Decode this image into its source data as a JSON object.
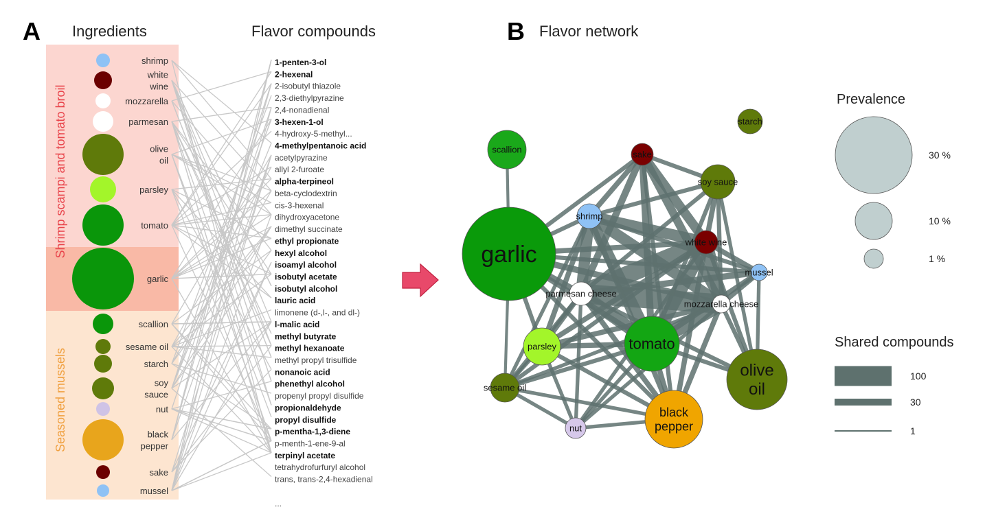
{
  "panel_a": {
    "letter": "A",
    "ingredients_title": "Ingredients",
    "compounds_title": "Flavor compounds",
    "recipe_groups": [
      {
        "label": "Shrimp scampi and tomato broil",
        "color": "#e8434a",
        "bg": "#fcd6d0"
      },
      {
        "label": "Seasoned mussels",
        "color": "#f0a040",
        "bg": "#fde5d0"
      }
    ],
    "shared_bg": "#f9b9a6",
    "ingredients": [
      {
        "lines": [
          "shrimp"
        ],
        "color": "#8fc2f5"
      },
      {
        "lines": [
          "white",
          "wine"
        ],
        "color": "#6b0000"
      },
      {
        "lines": [
          "mozzarella"
        ],
        "color": "#ffffff"
      },
      {
        "lines": [
          "parmesan"
        ],
        "color": "#ffffff"
      },
      {
        "lines": [
          "olive",
          "oil"
        ],
        "color": "#5f7a0a"
      },
      {
        "lines": [
          "parsley"
        ],
        "color": "#a3f52a"
      },
      {
        "lines": [
          "tomato"
        ],
        "color": "#0a960a"
      },
      {
        "lines": [
          "garlic"
        ],
        "color": "#0a960a"
      },
      {
        "lines": [
          "scallion"
        ],
        "color": "#0a960a"
      },
      {
        "lines": [
          "sesame oil"
        ],
        "color": "#5f7a0a"
      },
      {
        "lines": [
          "starch"
        ],
        "color": "#5f7a0a"
      },
      {
        "lines": [
          "soy",
          "sauce"
        ],
        "color": "#5f7a0a"
      },
      {
        "lines": [
          "nut"
        ],
        "color": "#cfc3e6"
      },
      {
        "lines": [
          "black",
          "pepper"
        ],
        "color": "#e8a51c"
      },
      {
        "lines": [
          "sake"
        ],
        "color": "#6b0000"
      },
      {
        "lines": [
          "mussel"
        ],
        "color": "#8fc2f5"
      }
    ],
    "compounds": [
      {
        "name": "1-penten-3-ol",
        "bold": true
      },
      {
        "name": "2-hexenal",
        "bold": true
      },
      {
        "name": "2-isobutyl thiazole",
        "bold": false
      },
      {
        "name": "2,3-diethylpyrazine",
        "bold": false
      },
      {
        "name": "2,4-nonadienal",
        "bold": false
      },
      {
        "name": "3-hexen-1-ol",
        "bold": true
      },
      {
        "name": "4-hydroxy-5-methyl...",
        "bold": false
      },
      {
        "name": "4-methylpentanoic acid",
        "bold": true
      },
      {
        "name": "acetylpyrazine",
        "bold": false
      },
      {
        "name": "allyl 2-furoate",
        "bold": false
      },
      {
        "name": "alpha-terpineol",
        "bold": true
      },
      {
        "name": "beta-cyclodextrin",
        "bold": false
      },
      {
        "name": "cis-3-hexenal",
        "bold": false
      },
      {
        "name": "dihydroxyacetone",
        "bold": false
      },
      {
        "name": "dimethyl succinate",
        "bold": false
      },
      {
        "name": "ethyl propionate",
        "bold": true
      },
      {
        "name": "hexyl alcohol",
        "bold": true
      },
      {
        "name": "isoamyl alcohol",
        "bold": true
      },
      {
        "name": "isobutyl acetate",
        "bold": true
      },
      {
        "name": "isobutyl alcohol",
        "bold": true
      },
      {
        "name": "lauric acid",
        "bold": true
      },
      {
        "name": "limonene (d-,l-, and dl-)",
        "bold": false
      },
      {
        "name": "l-malic acid",
        "bold": true
      },
      {
        "name": "methyl butyrate",
        "bold": true
      },
      {
        "name": "methyl hexanoate",
        "bold": true
      },
      {
        "name": "methyl propyl trisulfide",
        "bold": false
      },
      {
        "name": "nonanoic acid",
        "bold": true
      },
      {
        "name": "phenethyl alcohol",
        "bold": true
      },
      {
        "name": "propenyl propyl disulfide",
        "bold": false
      },
      {
        "name": "propionaldehyde",
        "bold": true
      },
      {
        "name": "propyl disulfide",
        "bold": true
      },
      {
        "name": "p-mentha-1,3-diene",
        "bold": true
      },
      {
        "name": "p-menth-1-ene-9-al",
        "bold": false
      },
      {
        "name": "terpinyl acetate",
        "bold": true
      },
      {
        "name": "tetrahydrofurfuryl alcohol",
        "bold": false
      },
      {
        "name": "trans, trans-2,4-hexadienal",
        "bold": false
      }
    ],
    "compounds_more": "...",
    "arrow_color": "#e8496a"
  },
  "panel_b": {
    "letter": "B",
    "title": "Flavor network",
    "edge_color": "#5e716e",
    "nodes": [
      {
        "id": "scallion",
        "lines": [
          "scallion"
        ],
        "color": "#1aa81a"
      },
      {
        "id": "garlic",
        "lines": [
          "garlic"
        ],
        "color": "#0a9a0a"
      },
      {
        "id": "sake",
        "lines": [
          "sake"
        ],
        "color": "#7a0000"
      },
      {
        "id": "soy",
        "lines": [
          "soy sauce"
        ],
        "color": "#5f7a0a"
      },
      {
        "id": "starch",
        "lines": [
          "starch"
        ],
        "color": "#5f7a0a"
      },
      {
        "id": "shrimp",
        "lines": [
          "shrimp"
        ],
        "color": "#8fc2f5"
      },
      {
        "id": "wine",
        "lines": [
          "white wine"
        ],
        "color": "#7a0000"
      },
      {
        "id": "mussel",
        "lines": [
          "mussel"
        ],
        "color": "#8fc2f5"
      },
      {
        "id": "parmesan",
        "lines": [
          "parmesan cheese"
        ],
        "color": "#ffffff"
      },
      {
        "id": "mozz",
        "lines": [
          "mozzarella cheese"
        ],
        "color": "#ffffff"
      },
      {
        "id": "tomato",
        "lines": [
          "tomato"
        ],
        "color": "#13a613"
      },
      {
        "id": "parsley",
        "lines": [
          "parsley"
        ],
        "color": "#a3f52a"
      },
      {
        "id": "sesame",
        "lines": [
          "sesame oil"
        ],
        "color": "#5f7a0a"
      },
      {
        "id": "nut",
        "lines": [
          "nut"
        ],
        "color": "#d6c8ea"
      },
      {
        "id": "pepper",
        "lines": [
          "black",
          "pepper"
        ],
        "color": "#f0a500"
      },
      {
        "id": "olive",
        "lines": [
          "olive",
          "oil"
        ],
        "color": "#5f7a0a"
      }
    ],
    "edges": [
      [
        "scallion",
        "garlic",
        1
      ],
      [
        "garlic",
        "sesame",
        1
      ],
      [
        "shrimp",
        "wine",
        30
      ],
      [
        "shrimp",
        "tomato",
        30
      ],
      [
        "shrimp",
        "parmesan",
        30
      ],
      [
        "shrimp",
        "mozz",
        30
      ],
      [
        "parmesan",
        "wine",
        80
      ],
      [
        "parmesan",
        "mozz",
        100
      ],
      [
        "parmesan",
        "tomato",
        40
      ],
      [
        "wine",
        "tomato",
        40
      ],
      [
        "wine",
        "mozz",
        40
      ],
      [
        "tomato",
        "mozz",
        50
      ],
      [
        "sake",
        "wine",
        20
      ],
      [
        "sake",
        "tomato",
        10
      ],
      [
        "sake",
        "parmesan",
        10
      ],
      [
        "sake",
        "mozz",
        15
      ],
      [
        "sake",
        "shrimp",
        5
      ],
      [
        "garlic",
        "shrimp",
        3
      ],
      [
        "garlic",
        "wine",
        5
      ],
      [
        "garlic",
        "parmesan",
        8
      ],
      [
        "garlic",
        "mozz",
        8
      ],
      [
        "garlic",
        "tomato",
        5
      ],
      [
        "garlic",
        "mussel",
        3
      ],
      [
        "garlic",
        "parsley",
        3
      ],
      [
        "garlic",
        "sake",
        3
      ],
      [
        "garlic",
        "pepper",
        3
      ],
      [
        "soy",
        "wine",
        5
      ],
      [
        "soy",
        "shrimp",
        3
      ],
      [
        "soy",
        "parmesan",
        3
      ],
      [
        "soy",
        "mozz",
        3
      ],
      [
        "soy",
        "tomato",
        3
      ],
      [
        "soy",
        "sake",
        3
      ],
      [
        "mussel",
        "wine",
        5
      ],
      [
        "mussel",
        "parmesan",
        8
      ],
      [
        "mussel",
        "mozz",
        5
      ],
      [
        "mussel",
        "tomato",
        5
      ],
      [
        "mussel",
        "olive",
        2
      ],
      [
        "mussel",
        "shrimp",
        3
      ],
      [
        "parsley",
        "tomato",
        5
      ],
      [
        "parsley",
        "parmesan",
        5
      ],
      [
        "parsley",
        "wine",
        5
      ],
      [
        "parsley",
        "mozz",
        5
      ],
      [
        "parsley",
        "shrimp",
        5
      ],
      [
        "parsley",
        "pepper",
        3
      ],
      [
        "parsley",
        "nut",
        2
      ],
      [
        "parsley",
        "sesame",
        2
      ],
      [
        "sesame",
        "tomato",
        3
      ],
      [
        "sesame",
        "parmesan",
        3
      ],
      [
        "sesame",
        "wine",
        3
      ],
      [
        "sesame",
        "nut",
        2
      ],
      [
        "sesame",
        "mozz",
        2
      ],
      [
        "sesame",
        "pepper",
        2
      ],
      [
        "sesame",
        "shrimp",
        2
      ],
      [
        "nut",
        "pepper",
        2
      ],
      [
        "nut",
        "tomato",
        2
      ],
      [
        "nut",
        "parmesan",
        2
      ],
      [
        "nut",
        "wine",
        2
      ],
      [
        "nut",
        "mozz",
        2
      ],
      [
        "pepper",
        "tomato",
        5
      ],
      [
        "pepper",
        "parmesan",
        5
      ],
      [
        "pepper",
        "wine",
        5
      ],
      [
        "pepper",
        "mozz",
        5
      ],
      [
        "pepper",
        "shrimp",
        5
      ],
      [
        "pepper",
        "sake",
        3
      ],
      [
        "olive",
        "tomato",
        3
      ],
      [
        "olive",
        "wine",
        3
      ],
      [
        "olive",
        "mozz",
        3
      ],
      [
        "olive",
        "parmesan",
        3
      ],
      [
        "olive",
        "soy",
        2
      ]
    ]
  },
  "legend": {
    "prevalence_title": "Prevalence",
    "prevalence": [
      {
        "label": "30 %",
        "value": 30
      },
      {
        "label": "10 %",
        "value": 10
      },
      {
        "label": "1 %",
        "value": 1
      }
    ],
    "shared_title": "Shared compounds",
    "shared": [
      {
        "label": "100",
        "value": 100
      },
      {
        "label": "30",
        "value": 30
      },
      {
        "label": "1",
        "value": 1
      }
    ],
    "fill": "#c0cfcf"
  }
}
